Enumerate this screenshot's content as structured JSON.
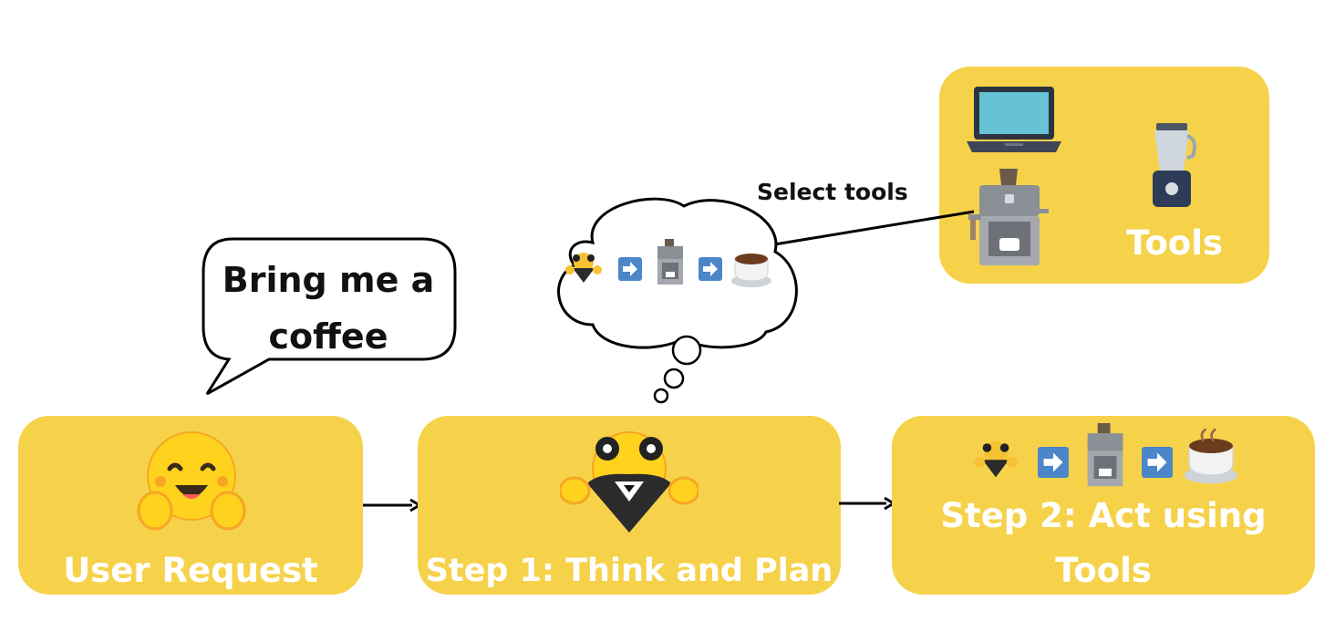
{
  "speech": {
    "text_line1": "Bring me a",
    "text_line2": "coffee"
  },
  "thought": {
    "sequence": [
      "agent-icon",
      "arrow-right-icon",
      "coffee-machine-icon",
      "arrow-right-icon",
      "coffee-cup-icon"
    ]
  },
  "select_tools_label": "Select tools",
  "tools_box": {
    "label": "Tools",
    "items": [
      "laptop-icon",
      "blender-icon",
      "coffee-machine-icon"
    ]
  },
  "steps": [
    {
      "label": "User Request"
    },
    {
      "label": "Step 1: Think and Plan"
    },
    {
      "label_line1": "Step 2: Act using",
      "label_line2": "Tools"
    }
  ],
  "colors": {
    "box": "#F6D24B",
    "label": "#FFFFFF",
    "arrow_square": "#4A86C8"
  }
}
